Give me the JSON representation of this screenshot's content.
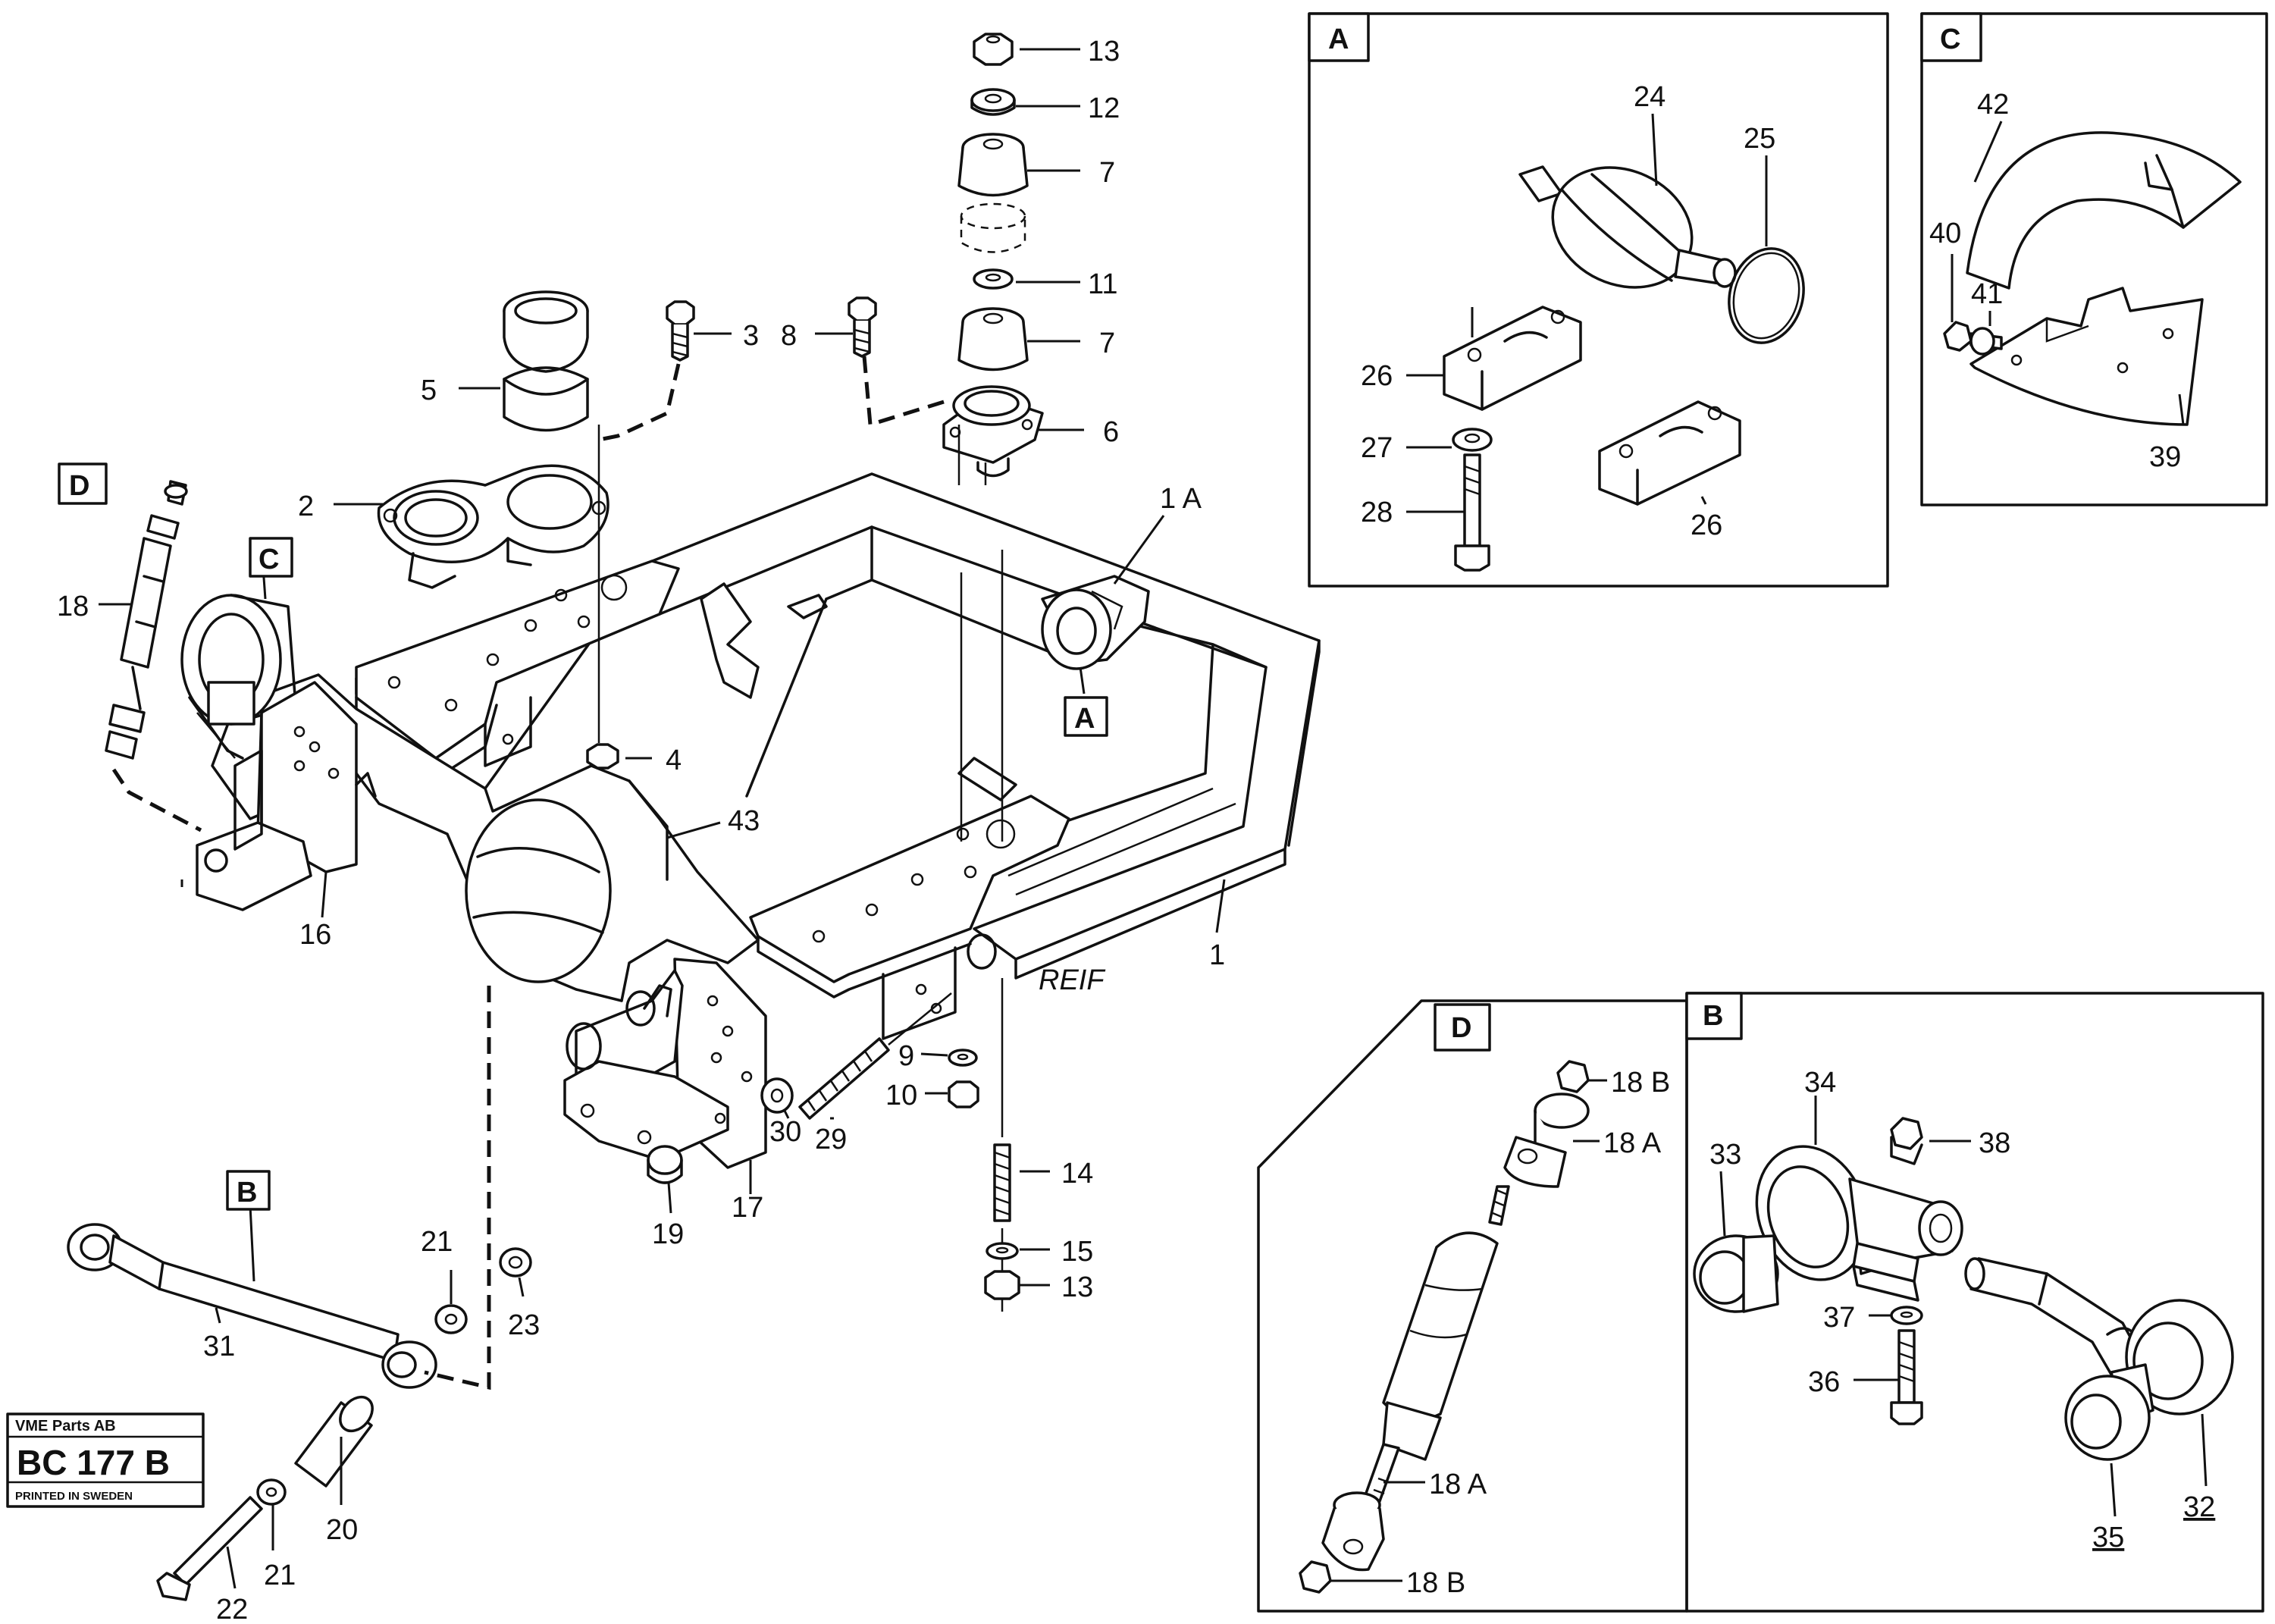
{
  "boxes": {
    "A": "A",
    "B": "B",
    "C": "C",
    "D": "D"
  },
  "callouts": {
    "c1": "1",
    "c1a": "1 A",
    "c2": "2",
    "c3": "3",
    "c4": "4",
    "c5": "5",
    "c6": "6",
    "c7a": "7",
    "c7b": "7",
    "c8": "8",
    "c9": "9",
    "c10": "10",
    "c11": "11",
    "c12": "12",
    "c13a": "13",
    "c13b": "13",
    "c14": "14",
    "c15": "15",
    "c16": "16",
    "c17": "17",
    "c18": "18",
    "c18a1": "18 A",
    "c18a2": "18 A",
    "c18b1": "18 B",
    "c18b2": "18 B",
    "c19": "19",
    "c20": "20",
    "c21a": "21",
    "c21b": "21",
    "c22": "22",
    "c23": "23",
    "c24": "24",
    "c25": "25",
    "c26a": "26",
    "c26b": "26",
    "c27": "27",
    "c28": "28",
    "c29": "29",
    "c30": "30",
    "c31": "31",
    "c32": "32",
    "c33": "33",
    "c34": "34",
    "c35": "35",
    "c36": "36",
    "c37": "37",
    "c38": "38",
    "c39": "39",
    "c40": "40",
    "c41": "41",
    "c42": "42",
    "c43": "43"
  },
  "reference_block": {
    "company": "VME Parts AB",
    "code": "BC 177 B",
    "printed": "PRINTED IN SWEDEN"
  },
  "stamp": "REIF"
}
